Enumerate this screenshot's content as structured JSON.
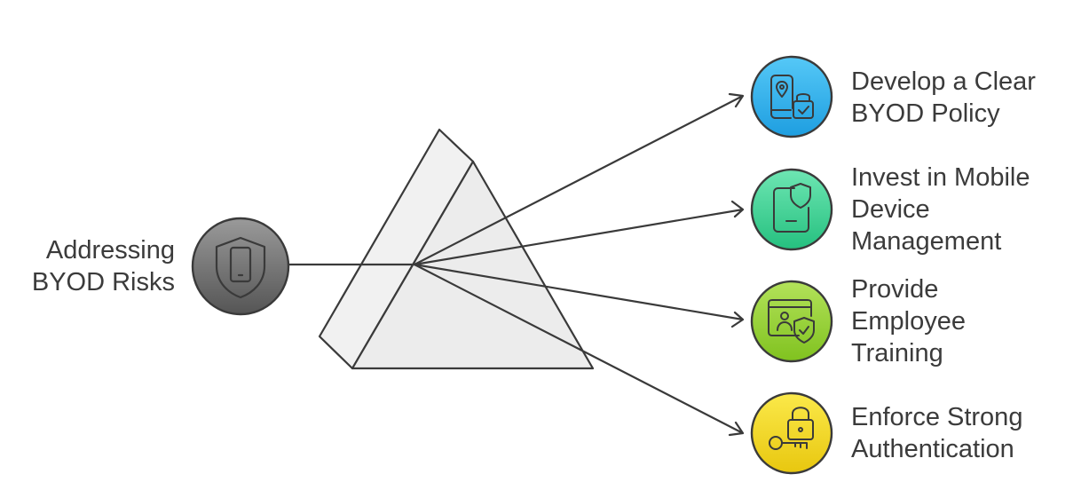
{
  "source": {
    "label_lines": [
      "Addressing",
      "BYOD Risks"
    ],
    "icon": "shield-phone-icon",
    "color": "#6e6e6e"
  },
  "outputs": [
    {
      "label_lines": [
        "Develop a Clear",
        "BYOD Policy"
      ],
      "icon": "device-location-lock-icon",
      "color": "#3bb8f0"
    },
    {
      "label_lines": [
        "Invest in Mobile",
        "Device",
        "Management"
      ],
      "icon": "tablet-shield-icon",
      "color": "#3fd69a"
    },
    {
      "label_lines": [
        "Provide",
        "Employee",
        "Training"
      ],
      "icon": "id-card-shield-icon",
      "color": "#9bd442"
    },
    {
      "label_lines": [
        "Enforce Strong",
        "Authentication"
      ],
      "icon": "key-padlock-icon",
      "color": "#f2dc2a"
    }
  ]
}
